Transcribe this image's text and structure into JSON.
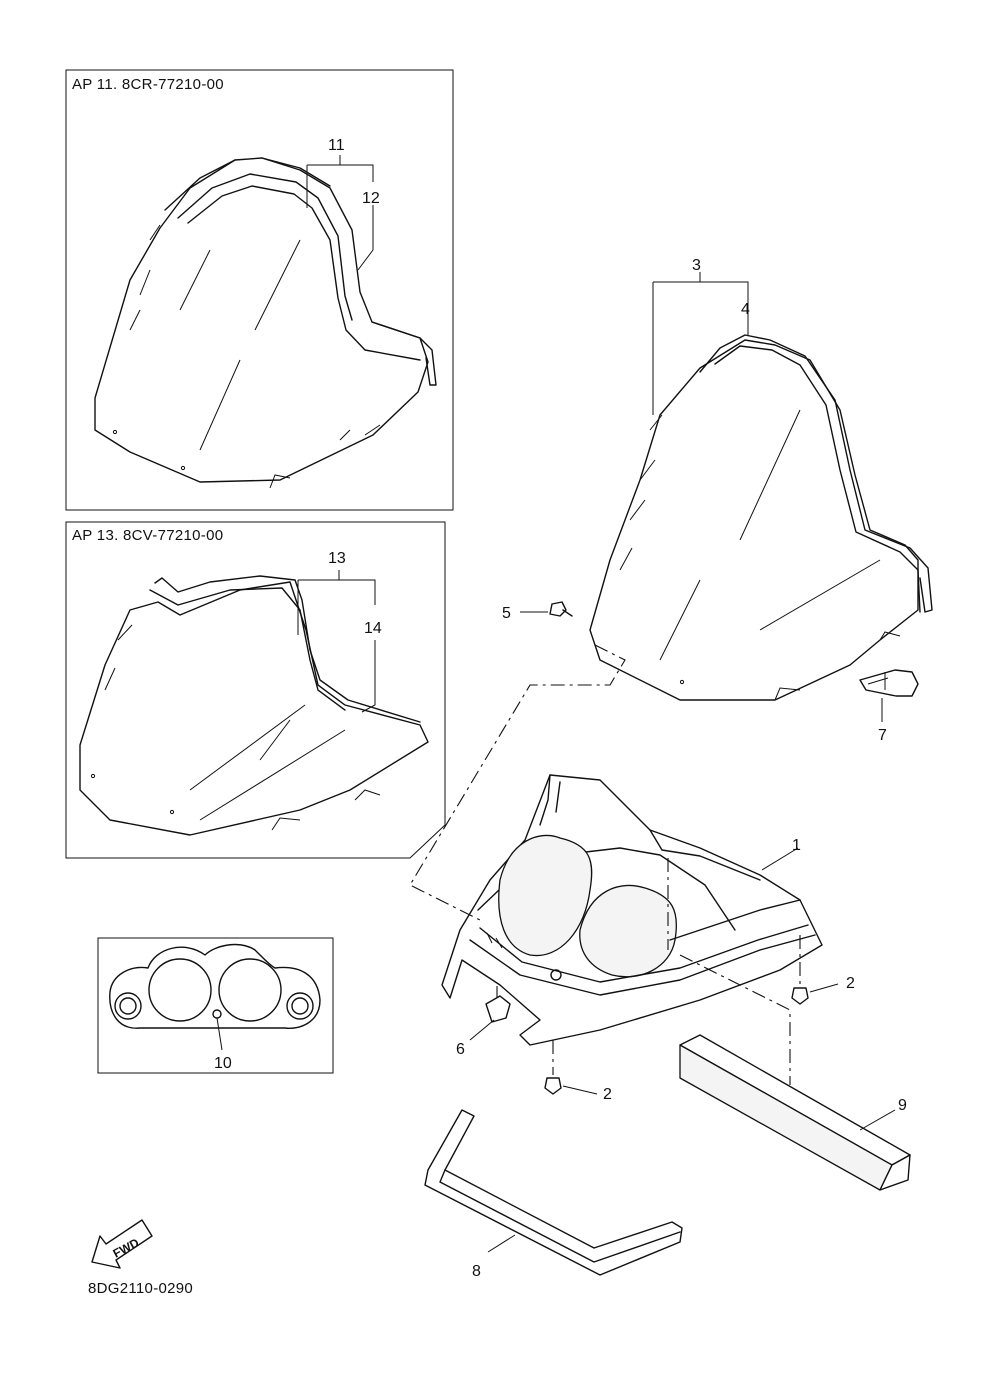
{
  "diagram_code": "8DG2110-0290",
  "fwd_label": "FWD",
  "inset_boxes": [
    {
      "title": "AP  11. 8CR-77210-00"
    },
    {
      "title": "AP  13. 8CV-77210-00"
    }
  ],
  "callouts": {
    "c1": "1",
    "c2a": "2",
    "c2b": "2",
    "c3": "3",
    "c4": "4",
    "c5": "5",
    "c6": "6",
    "c7": "7",
    "c8": "8",
    "c9": "9",
    "c10": "10",
    "c11": "11",
    "c12": "12",
    "c13": "13",
    "c14": "14"
  }
}
